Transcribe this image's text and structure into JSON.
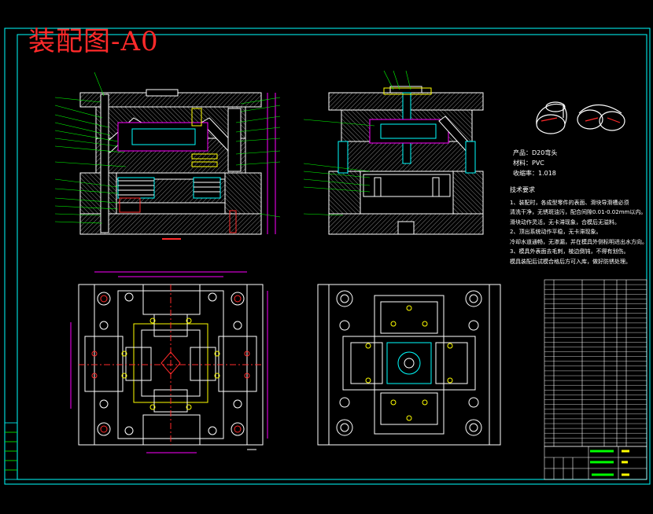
{
  "title": "装配图-A0",
  "product": {
    "name": "产品：D20弯头",
    "material": "材料：PVC",
    "shrink": "收缩率：1.018"
  },
  "requirements": {
    "heading": "技术要求",
    "lines": [
      "1、装配时，各成型零件的表面、滑块导滑槽必须",
      "清洗干净，无锈斑油污，配合间隙0.01-0.02mm以内。",
      "滑块动作灵活，无卡滞现象，合模后无溢料。",
      "2、顶出系统动作平稳，无卡滞现象。",
      "冷却水道通畅，无渗漏，并在模具外侧标明进出水方向。",
      "3、模具外表面去毛刺，棱边倒钝，不得有划伤。",
      "模具装配后试模合格后方可入库，做好防锈处理。"
    ]
  },
  "colors": {
    "background": "#000000",
    "frame": "#00ffff",
    "outline": "#ffffff",
    "title": "#ff2a2a",
    "leader": "#00ff00",
    "hatch": "#b0b0b0",
    "yellow": "#ffff00",
    "magenta": "#ff00ff",
    "blue": "#2255ff"
  }
}
